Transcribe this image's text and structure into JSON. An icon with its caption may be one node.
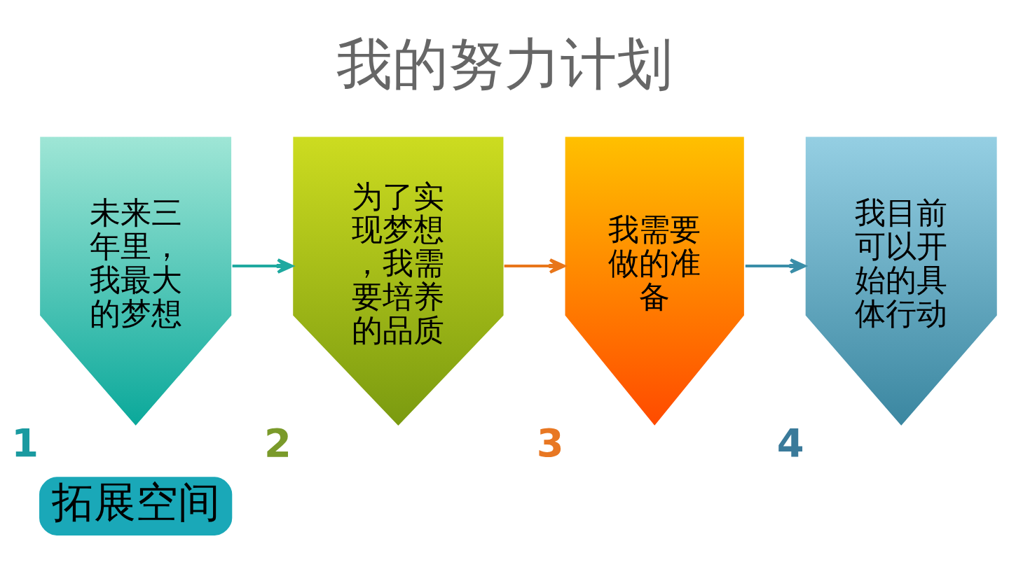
{
  "diagram": {
    "title": "我的努力计划",
    "nodes": [
      {
        "text": [
          "未来三年里，我最大的梦想"
        ],
        "beside": [
          "1"
        ]
      },
      {
        "text": [
          "为了实现梦想，我需要培养的品质"
        ],
        "beside": [
          "2"
        ]
      },
      {
        "text": [
          "我需要做的准备"
        ],
        "beside": [
          "3"
        ]
      },
      {
        "text": [
          "我目前可以开始的具体行动"
        ],
        "beside": [
          "4"
        ]
      }
    ],
    "edges": [
      {
        "from": 0,
        "to": 1,
        "arrow": "to",
        "color": "#1fa9a0"
      },
      {
        "from": 1,
        "to": 2,
        "arrow": "to",
        "color": "#e8761a"
      },
      {
        "from": 2,
        "to": 3,
        "arrow": "to",
        "color": "#3a8ea8"
      }
    ],
    "labels": [
      "拓展空间"
    ]
  }
}
